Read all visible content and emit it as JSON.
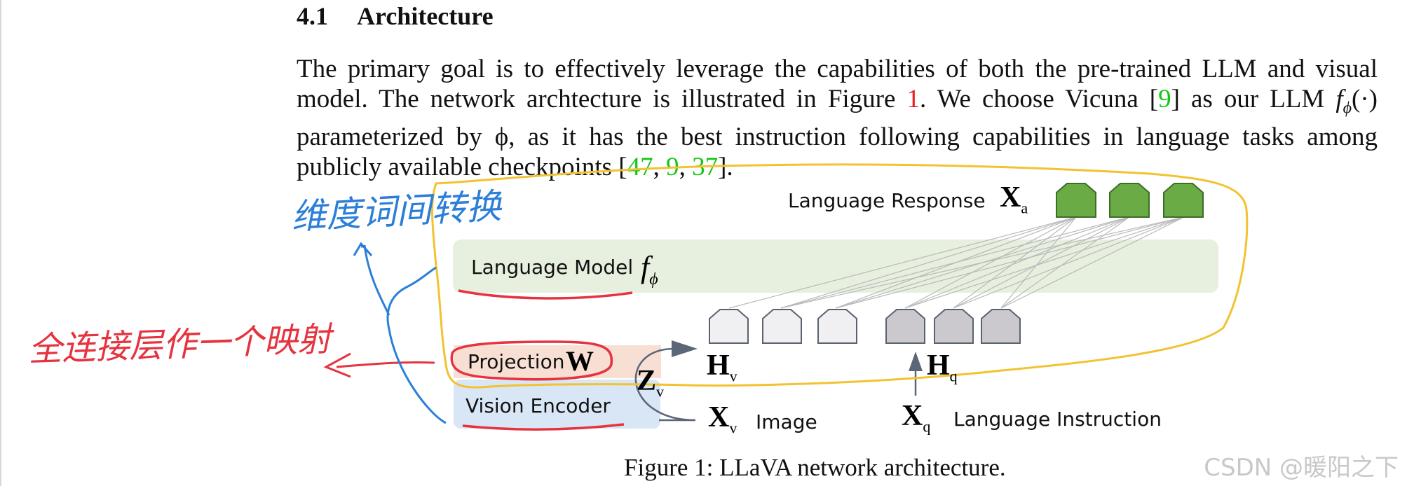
{
  "section": {
    "number": "4.1",
    "title": "Architecture"
  },
  "paragraph": {
    "line1": "The primary goal is to effectively leverage the capabilities of both the pre-trained LLM and visual",
    "line2_a": "model. The network archtecture is illustrated in Figure ",
    "line2_ref": "1",
    "line2_b": ". We choose Vicuna [",
    "line2_cite": "9",
    "line2_c": "] as our LLM ",
    "line2_math": "f",
    "line2_math_sub": "ϕ",
    "line2_math_arg": "(·)",
    "line3": "parameterized by ϕ, as it has the best instruction following capabilities in language tasks among",
    "line4_a": "publicly available checkpoints [",
    "line4_c1": "47",
    "line4_sep1": ", ",
    "line4_c2": "9",
    "line4_sep2": ", ",
    "line4_c3": "37",
    "line4_b": "]."
  },
  "figure": {
    "language_response_label": "Language Response",
    "xa_main": "X",
    "xa_sub": "a",
    "language_model_label": "Language Model",
    "f_main": "f",
    "f_sub": "ϕ",
    "projection_label": "Projection",
    "w_label": "W",
    "vision_encoder_label": "Vision Encoder",
    "zv_main": "Z",
    "zv_sub": "v",
    "hv_main": "H",
    "hv_sub": "v",
    "hq_main": "H",
    "hq_sub": "q",
    "xv_main": "X",
    "xv_sub": "v",
    "image_label": "Image",
    "xq_main": "X",
    "xq_sub": "q",
    "language_instruction_label": "Language Instruction",
    "colors": {
      "response_token": "#6aab45",
      "language_model_bg": "#e7f0df",
      "projection_bg": "#f8dfd3",
      "vision_encoder_bg": "#d9e6f5",
      "visual_token": "#f0f0f2",
      "instruction_token": "#cbc9cd",
      "arrow": "#5b6678"
    }
  },
  "annotations": {
    "blue_note": "维度词间转换",
    "red_note": "全连接层作一个映射",
    "colors": {
      "blue": "#2b7fd8",
      "red": "#e5333f",
      "yellow": "#f2c230"
    }
  },
  "caption": "Figure 1: LLaVA network architecture.",
  "watermark": "CSDN @暖阳之下"
}
